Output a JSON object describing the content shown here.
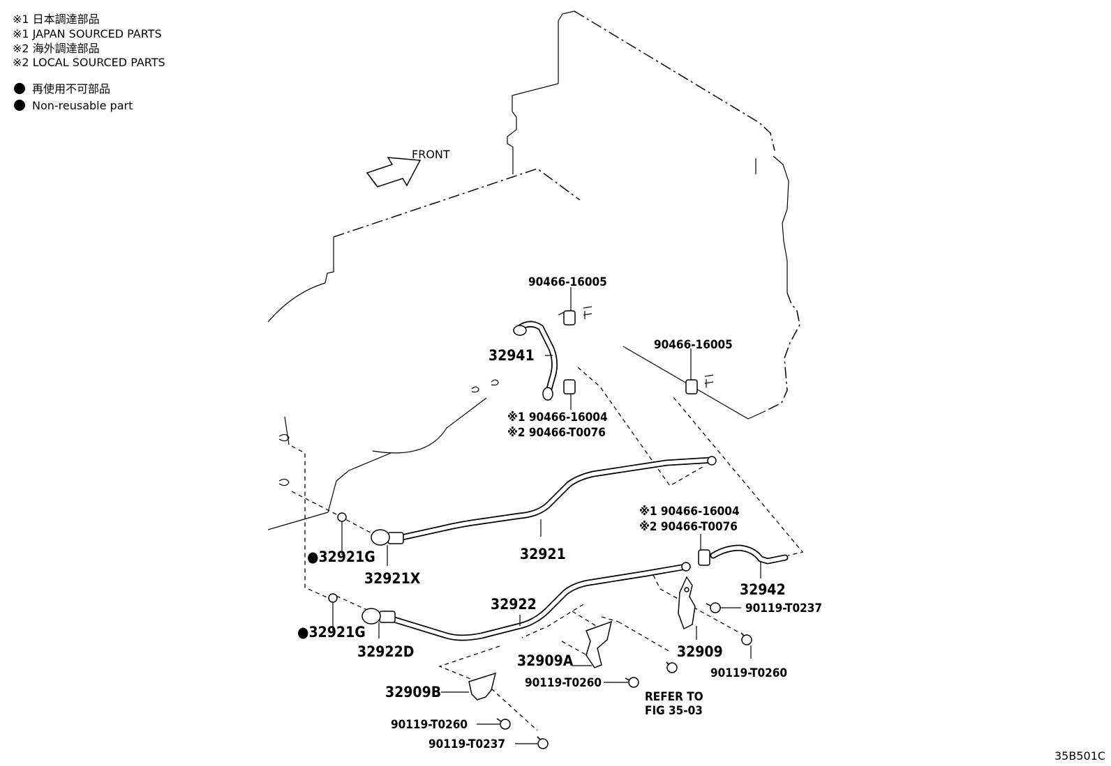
{
  "legend": {
    "line1": "※1 日本調達部品",
    "line2": "※1 JAPAN SOURCED PARTS",
    "line3": "※2 海外調達部品",
    "line4": "※2 LOCAL SOURCED PARTS",
    "nonreusable_jp": "再使用不可部品",
    "nonreusable_en": "Non-reusable part"
  },
  "front_label": "FRONT",
  "parts": {
    "p90466_16005_upper": "90466-16005",
    "p90466_16005_right": "90466-16005",
    "p32941": "32941",
    "p90466_16004_upper": "※1 90466-16004",
    "p90466_T0076_upper": "※2 90466-T0076",
    "p90466_16004_right": "※1 90466-16004",
    "p90466_T0076_right": "※2 90466-T0076",
    "p32921": "32921",
    "p32921G_upper": "●32921G",
    "p32921X": "32921X",
    "p32922": "32922",
    "p32921G_lower": "●32921G",
    "p32922D": "32922D",
    "p32942": "32942",
    "p90119_T0237_right": "90119-T0237",
    "p32909": "32909",
    "p90119_T0260_right": "90119-T0260",
    "p32909A": "32909A",
    "p90119_T0260_mid": "90119-T0260",
    "p32909B": "32909B",
    "p90119_T0260_low": "90119-T0260",
    "p90119_T0237_low": "90119-T0237",
    "refer_line1": "REFER TO",
    "refer_line2": "FIG 35-03"
  },
  "figure_code": "35B501C",
  "colors": {
    "ink": "#000000",
    "paper": "#ffffff"
  },
  "icons": {
    "bullet": "filled-circle",
    "front_arrow": "hollow-arrow-up-right"
  }
}
